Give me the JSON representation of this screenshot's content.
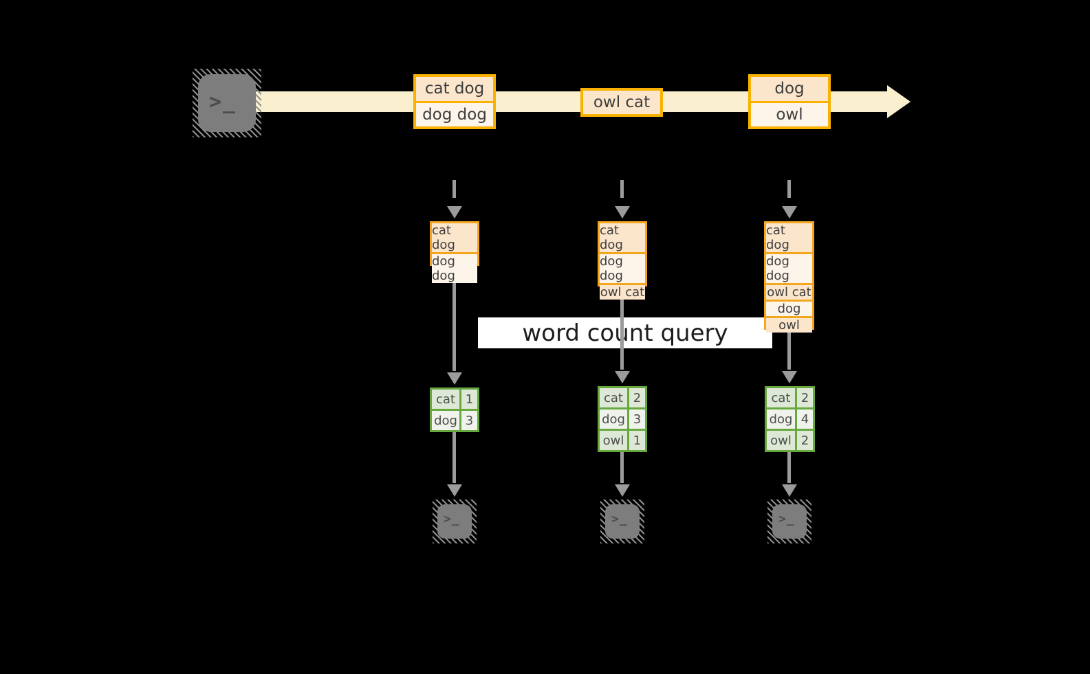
{
  "colors": {
    "background": "#000000",
    "stream_fill": "#FAF0CF",
    "event_border": "#F9B200",
    "cell_dark": "#FBE5CB",
    "cell_light": "#FEF5EA",
    "state_border": "#F2A71E",
    "table_border": "#67A83F",
    "table_row_dark": "#DEE8D6",
    "table_row_light": "#EFF3EB",
    "arrow_gray": "#9B9B9B",
    "terminal_fill": "#7D7D7D",
    "query_bg": "#FFFFFF"
  },
  "source_terminal": {
    "prompt": ">_"
  },
  "stream": {
    "events": [
      {
        "cells": [
          "cat dog",
          "dog dog"
        ]
      },
      {
        "cells": [
          "owl cat"
        ]
      },
      {
        "cells": [
          "dog",
          "owl"
        ]
      }
    ]
  },
  "query": {
    "label": "word count query"
  },
  "columns": [
    {
      "state_cells": [
        "cat dog",
        "dog dog"
      ],
      "counts": [
        {
          "word": "cat",
          "value": "1"
        },
        {
          "word": "dog",
          "value": "3"
        }
      ],
      "sink": {
        "prompt": ">_"
      }
    },
    {
      "state_cells": [
        "cat dog",
        "dog dog",
        "owl cat"
      ],
      "counts": [
        {
          "word": "cat",
          "value": "2"
        },
        {
          "word": "dog",
          "value": "3"
        },
        {
          "word": "owl",
          "value": "1"
        }
      ],
      "sink": {
        "prompt": ">_"
      }
    },
    {
      "state_cells": [
        "cat dog",
        "dog dog",
        "owl cat",
        "dog",
        "owl"
      ],
      "counts": [
        {
          "word": "cat",
          "value": "2"
        },
        {
          "word": "dog",
          "value": "4"
        },
        {
          "word": "owl",
          "value": "2"
        }
      ],
      "sink": {
        "prompt": ">_"
      }
    }
  ]
}
